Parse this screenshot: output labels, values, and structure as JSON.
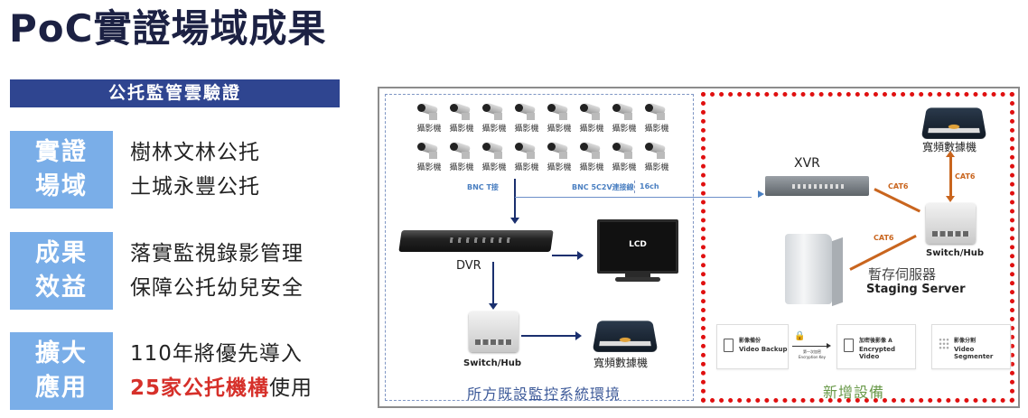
{
  "page": {
    "title": "PoC實證場域成果",
    "section_banner": "公托監管雲驗證"
  },
  "info_rows": [
    {
      "tag_line1": "實證",
      "tag_line2": "場域",
      "text_line1": "樹林文林公托",
      "text_line2": "土城永豐公托"
    },
    {
      "tag_line1": "成果",
      "tag_line2": "效益",
      "text_line1": "落實監視錄影管理",
      "text_line2": "保障公托幼兒安全"
    },
    {
      "tag_line1": "擴大",
      "tag_line2": "應用",
      "text_line1": "110年將優先導入",
      "text_line2_highlight": "25家公托機構",
      "text_line2_rest": "使用"
    }
  ],
  "colors": {
    "title": "#1c2143",
    "banner": "#2f4590",
    "tag": "#7aaee8",
    "highlight": "#d6302a",
    "existing_zone_label": "#3d5a99",
    "new_zone_border": "#e01010",
    "new_zone_label": "#6a9a4a",
    "cat6": "#c9651e",
    "arrow": "#1a2f6e",
    "bnc_label": "#4a7fc1"
  },
  "diagram": {
    "existing_zone": {
      "label": "所方既設監控系統環境",
      "camera_label": "攝影機",
      "camera_count": 16,
      "bnc_t_label": "BNC T接",
      "bnc_cable_label": "BNC 5C2V連接線",
      "channel_label": "16ch",
      "dvr_label": "DVR",
      "lcd_label": "LCD",
      "switch_label": "Switch/Hub",
      "modem_label": "寬頻數據機"
    },
    "new_zone": {
      "label": "新增設備",
      "xvr_label": "XVR",
      "modem_label": "寬頻數據機",
      "switch_label": "Switch/Hub",
      "server_label_zh": "暫存伺服器",
      "server_label_en": "Staging Server",
      "cat6_label": "CAT6",
      "cards": [
        {
          "title": "影像備份",
          "subtitle": "Video Backup",
          "icon": "document-icon"
        },
        {
          "title": "加密後影像 A",
          "subtitle": "Encrypted Video",
          "icon": "locked-document-icon"
        },
        {
          "title": "影像分割",
          "subtitle": "Video Segmenter",
          "icon": "grid-icon"
        }
      ],
      "encryption_step_zh": "第一次加密",
      "encryption_step_en": "Encryption Key"
    }
  }
}
